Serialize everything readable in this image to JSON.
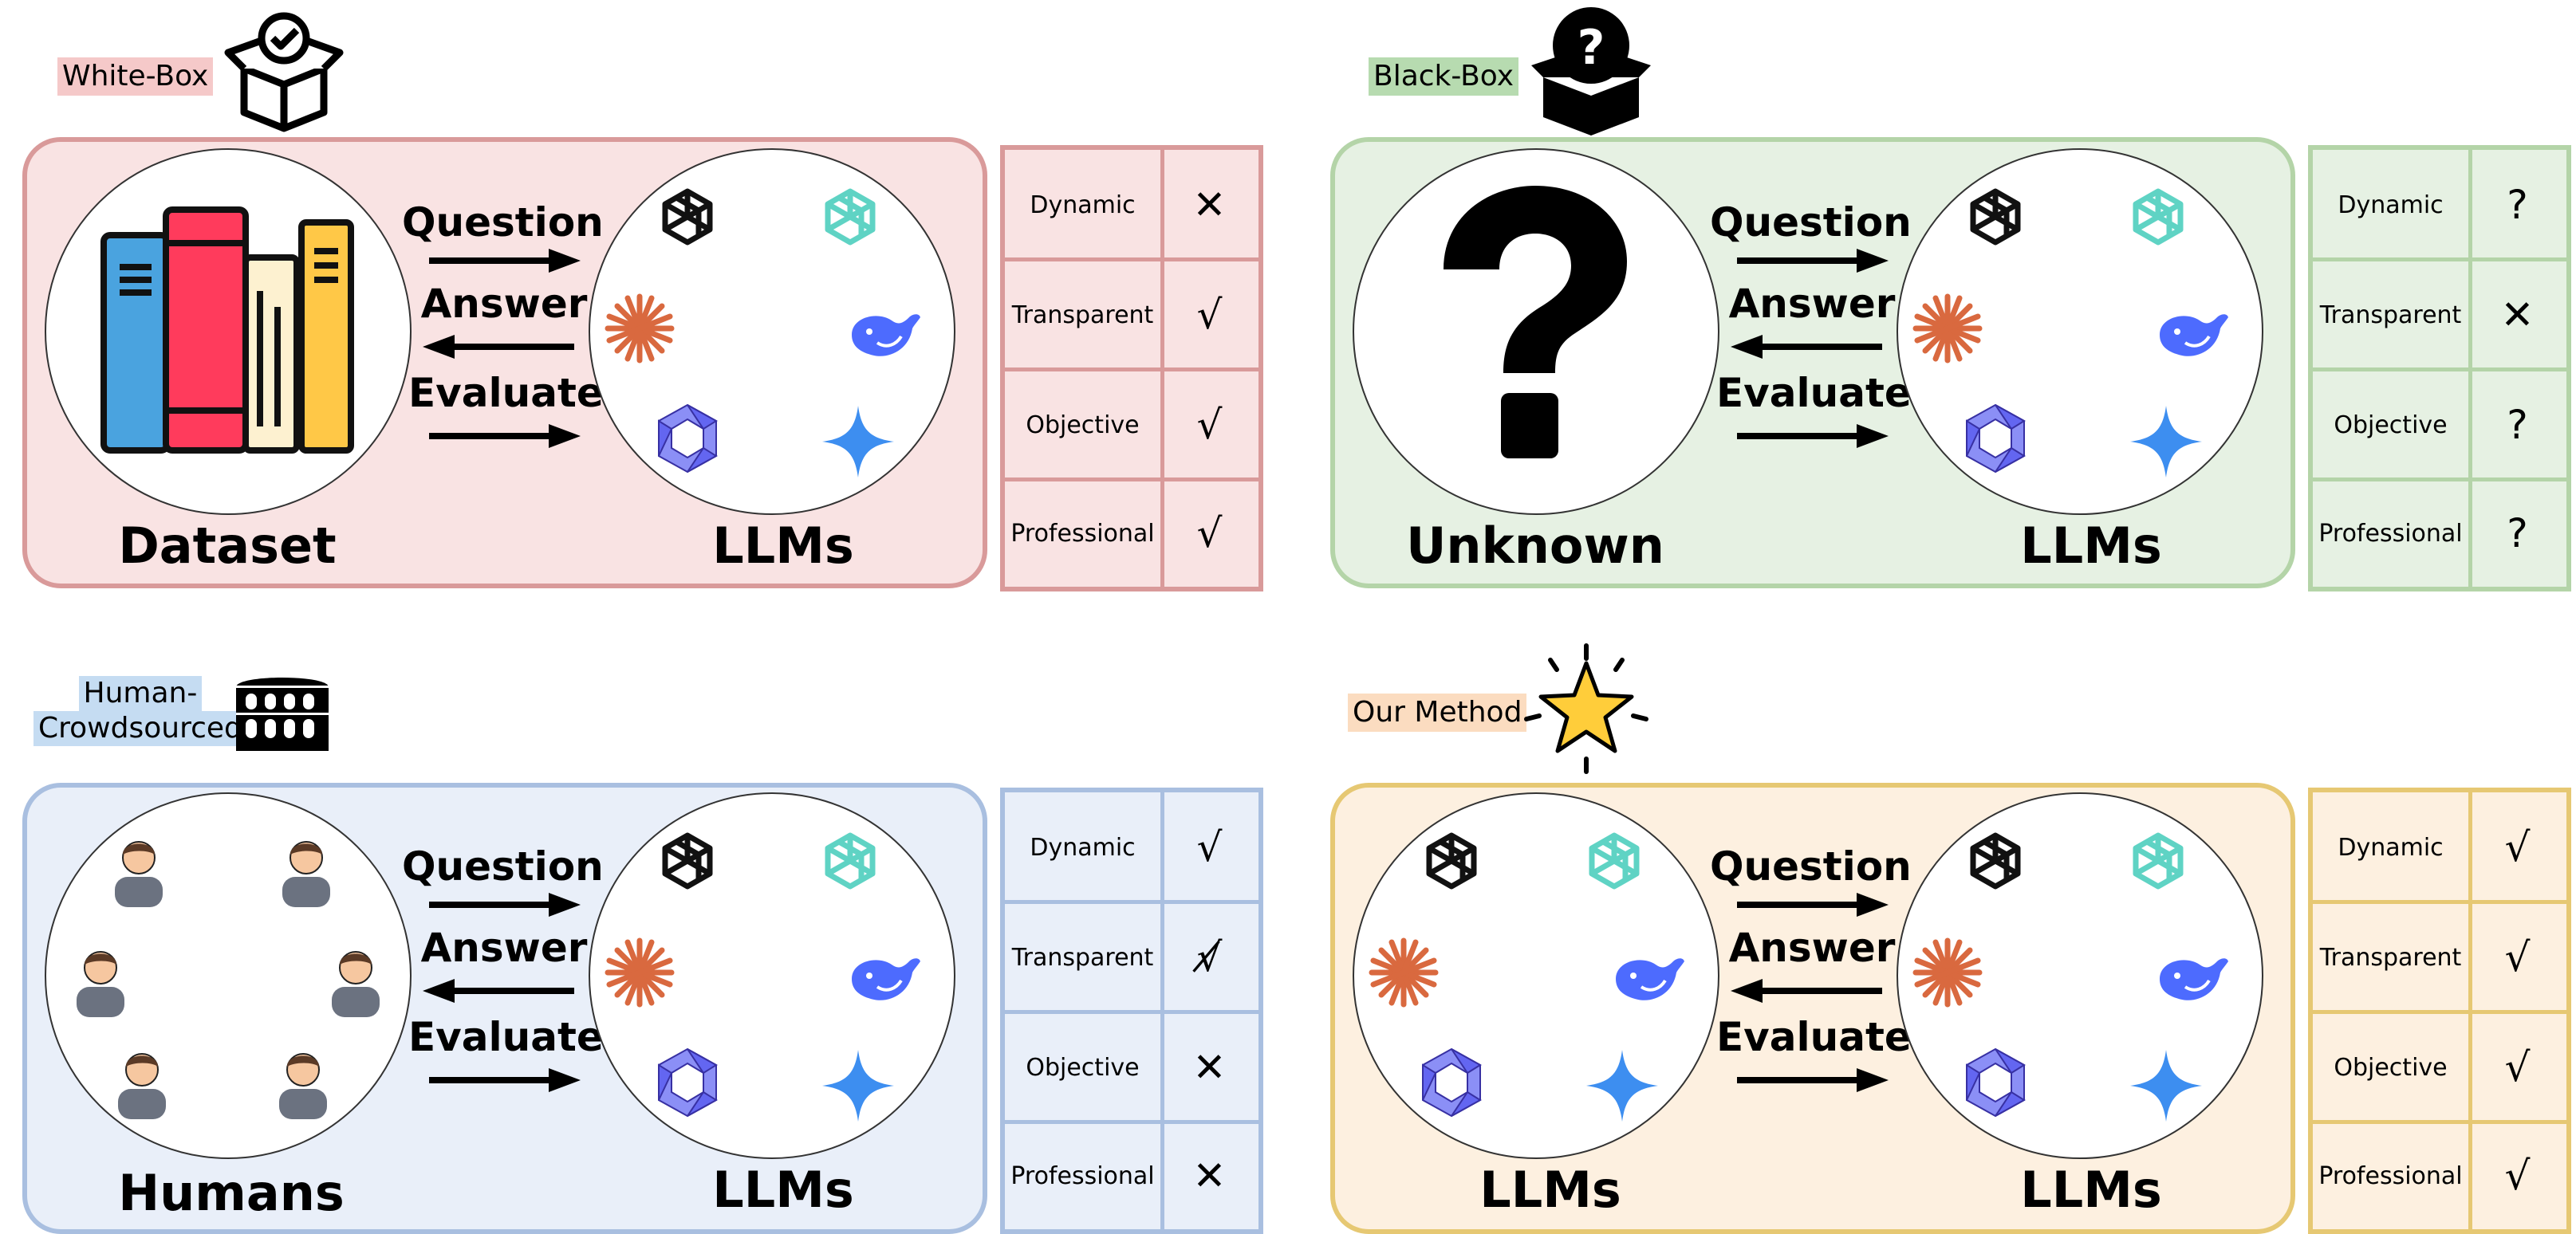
{
  "colors": {
    "white_box": {
      "fill": "#f9e3e3",
      "stroke": "#d99a9a",
      "tag": "#f5c9c9"
    },
    "black_box": {
      "fill": "#e6f1e3",
      "stroke": "#b4d4a8",
      "tag": "#b7dbb0"
    },
    "human": {
      "fill": "#e9eff9",
      "stroke": "#a9bfe0",
      "tag": "#c5dcf2"
    },
    "ours": {
      "fill": "#fdf0e0",
      "stroke": "#e6c873",
      "tag": "#fbdcc0"
    }
  },
  "flow": {
    "question": "Question",
    "answer": "Answer",
    "evaluate": "Evaluate"
  },
  "quadrants": [
    {
      "tag": "White-Box",
      "left_label": "Dataset",
      "right_label": "LLMs",
      "criteria": [
        {
          "name": "Dynamic",
          "mark": "✕"
        },
        {
          "name": "Transparent",
          "mark": "√"
        },
        {
          "name": "Objective",
          "mark": "√"
        },
        {
          "name": "Professional",
          "mark": "√"
        }
      ]
    },
    {
      "tag": "Black-Box",
      "left_label": "Unknown",
      "right_label": "LLMs",
      "criteria": [
        {
          "name": "Dynamic",
          "mark": "?"
        },
        {
          "name": "Transparent",
          "mark": "✕"
        },
        {
          "name": "Objective",
          "mark": "?"
        },
        {
          "name": "Professional",
          "mark": "?"
        }
      ]
    },
    {
      "tag_line1": "Human-",
      "tag_line2": "Crowdsourced",
      "left_label": "Humans",
      "right_label": "LLMs",
      "criteria": [
        {
          "name": "Dynamic",
          "mark": "√"
        },
        {
          "name": "Transparent",
          "mark": "√̸"
        },
        {
          "name": "Objective",
          "mark": "✕"
        },
        {
          "name": "Professional",
          "mark": "✕"
        }
      ]
    },
    {
      "tag": "Our Method",
      "left_label": "LLMs",
      "right_label": "LLMs",
      "criteria": [
        {
          "name": "Dynamic",
          "mark": "√"
        },
        {
          "name": "Transparent",
          "mark": "√"
        },
        {
          "name": "Objective",
          "mark": "√"
        },
        {
          "name": "Professional",
          "mark": "√"
        }
      ]
    }
  ]
}
